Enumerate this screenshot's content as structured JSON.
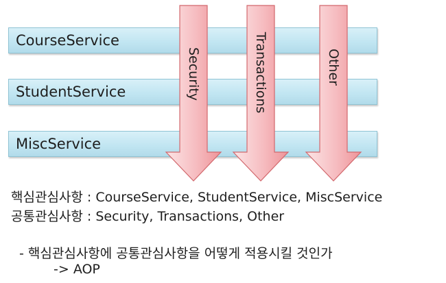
{
  "services": [
    {
      "label": "CourseService"
    },
    {
      "label": "StudentService"
    },
    {
      "label": "MiscService"
    }
  ],
  "concerns": [
    {
      "label": "Security"
    },
    {
      "label": "Transactions"
    },
    {
      "label": "Other"
    }
  ],
  "notes": {
    "core_line": "핵심관심사항 : CourseService, StudentService, MiscService",
    "common_line": "공통관심사항 : Security, Transactions, Other",
    "question_line": "- 핵심관심사항에 공통관심사항을 어떻게 적용시킬 것인가",
    "aop_line": "-> AOP"
  },
  "colors": {
    "service_bar": "#c2e6f2",
    "service_border": "#8fc3d4",
    "arrow_light": "#fce4e5",
    "arrow_dark": "#ee9499",
    "arrow_border": "#d2686d"
  }
}
